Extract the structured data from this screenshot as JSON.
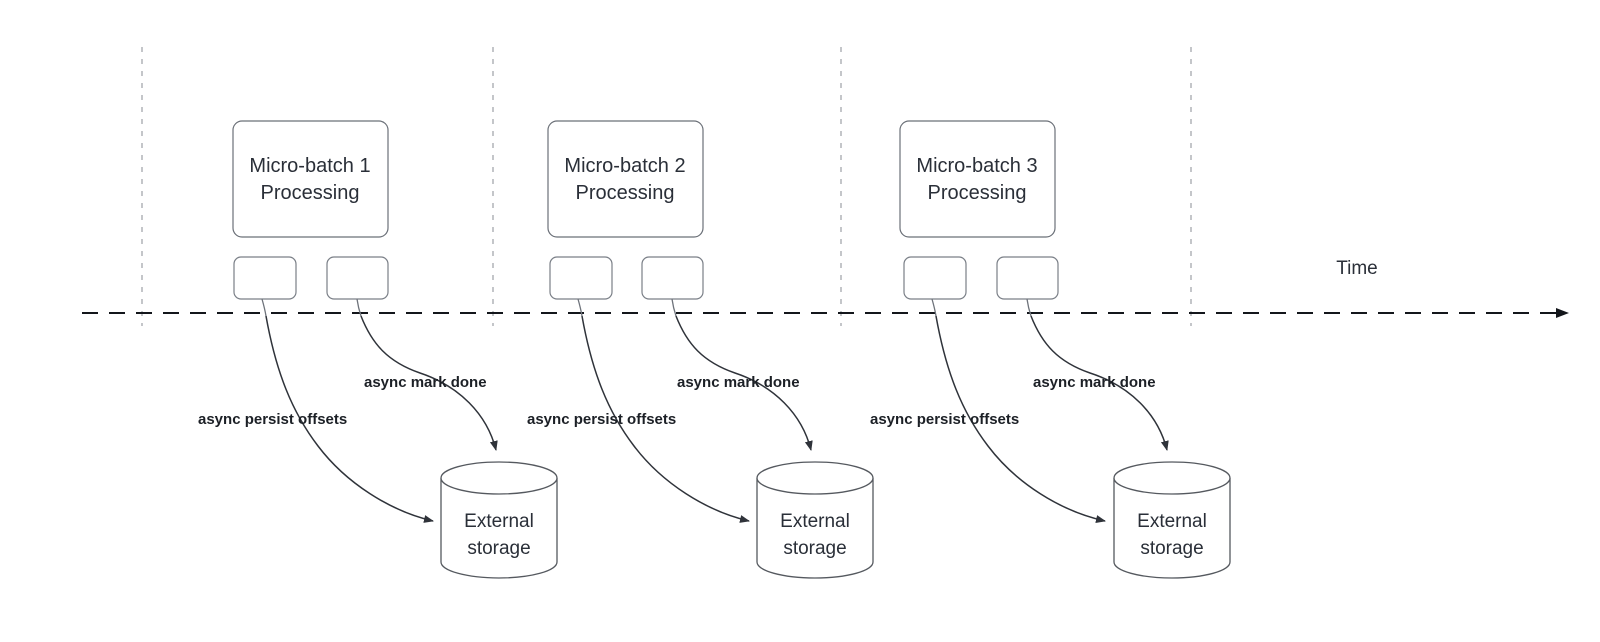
{
  "diagram": {
    "title_visible": false,
    "background_color": "#ffffff",
    "line_color": "#2f333a",
    "box_stroke_color": "#6b7078",
    "text_color": "#2a2f38",
    "tick_color": "#b5b8bc",
    "timeline": {
      "axis_label": "Time",
      "arrow_direction": "right"
    },
    "groups": [
      {
        "id": "group-1",
        "process_label_line1": "Micro-batch 1",
        "process_label_line2": "Processing",
        "task_boxes": [
          "",
          ""
        ],
        "edge_label_persist": "async persist offsets",
        "edge_label_mark": "async mark done",
        "storage_label_line1": "External",
        "storage_label_line2": "storage"
      },
      {
        "id": "group-2",
        "process_label_line1": "Micro-batch 2",
        "process_label_line2": "Processing",
        "task_boxes": [
          "",
          ""
        ],
        "edge_label_persist": "async persist offsets",
        "edge_label_mark": "async mark done",
        "storage_label_line1": "External",
        "storage_label_line2": "storage"
      },
      {
        "id": "group-3",
        "process_label_line1": "Micro-batch 3",
        "process_label_line2": "Processing",
        "task_boxes": [
          "",
          ""
        ],
        "edge_label_persist": "async persist offsets",
        "edge_label_mark": "async mark done",
        "storage_label_line1": "External",
        "storage_label_line2": "storage"
      }
    ]
  }
}
